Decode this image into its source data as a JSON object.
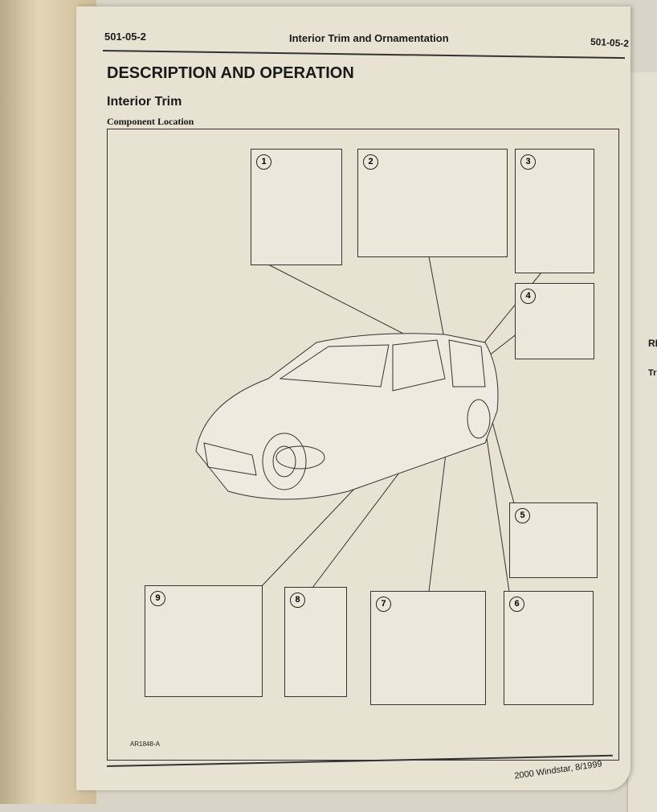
{
  "header": {
    "page_left": "501-05-2",
    "title": "Interior Trim and Ornamentation",
    "page_right": "501-05-2"
  },
  "section_title": "DESCRIPTION AND OPERATION",
  "subsection_title": "Interior Trim",
  "figure_title": "Component Location",
  "callouts": [
    "1",
    "2",
    "3",
    "4",
    "5",
    "6",
    "7",
    "8",
    "9"
  ],
  "figure_id": "AR1848-A",
  "footer": "2000 Windstar, 8/1999",
  "right_page": {
    "heading": "RE",
    "subheading": "Trim"
  }
}
